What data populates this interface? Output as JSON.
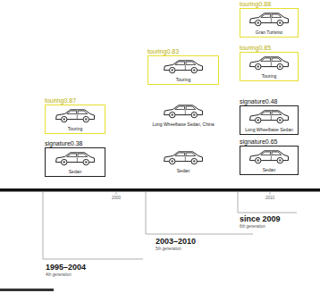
{
  "diagram": {
    "nodes": [
      {
        "text": [
          "touring0.88",
          "Gran Turismo"
        ]
      },
      {
        "text": [
          "touring0.83",
          "Touring"
        ]
      },
      {
        "text": [
          "touring0.85",
          "Touring"
        ]
      },
      {
        "text": [
          "touring0.87",
          "Touring"
        ]
      },
      {
        "text": [
          "signature0.48",
          "Long Wheelbase Sedan"
        ]
      },
      {
        "text": [
          "signature0.38",
          "Sedan"
        ]
      },
      {
        "text": [
          "signature0.65",
          "Sedan"
        ]
      }
    ],
    "labels": [
      "Long Wheelbase Sedan, China",
      "Sedan",
      "2000",
      "2010",
      "since 2009",
      "6th generation",
      "2003–2010",
      "5th generation",
      "1995–2004",
      "4th generation"
    ]
  }
}
